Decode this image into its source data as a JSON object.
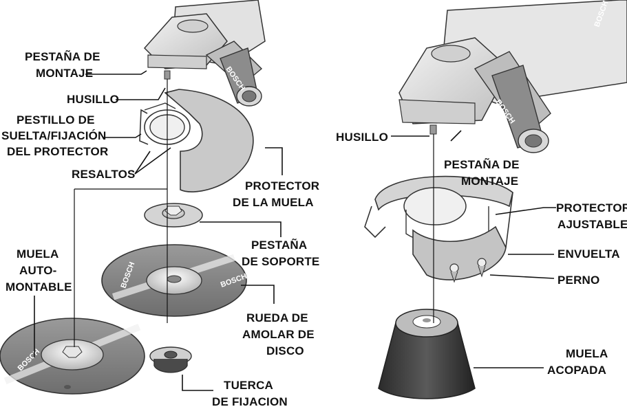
{
  "brand": "BOSCH",
  "left_labels": {
    "pestana_montaje": [
      "PESTAÑA DE",
      "MONTAJE"
    ],
    "husillo": "HUSILLO",
    "pestillo": [
      "PESTILLO DE",
      "SUELTA/FIJACIÓN",
      "DEL PROTECTOR"
    ],
    "resaltos": "RESALTOS",
    "protector_muela": [
      "PROTECTOR",
      "DE LA MUELA"
    ],
    "pestana_soporte": [
      "PESTAÑA",
      "DE SOPORTE"
    ],
    "muela_auto": [
      "MUELA",
      "AUTO-",
      "MONTABLE"
    ],
    "rueda_disco": [
      "RUEDA DE",
      "AMOLAR DE",
      "DISCO"
    ],
    "tuerca": [
      "TUERCA",
      "DE FIJACION"
    ]
  },
  "right_labels": {
    "husillo": "HUSILLO",
    "pestana_montaje": [
      "PESTAÑA DE",
      "MONTAJE"
    ],
    "protector_ajustable": [
      "PROTECTOR",
      "AJUSTABLE"
    ],
    "envuelta": "ENVUELTA",
    "perno": "PERNO",
    "muela_acopada": [
      "MUELA",
      "ACOPADA"
    ]
  }
}
